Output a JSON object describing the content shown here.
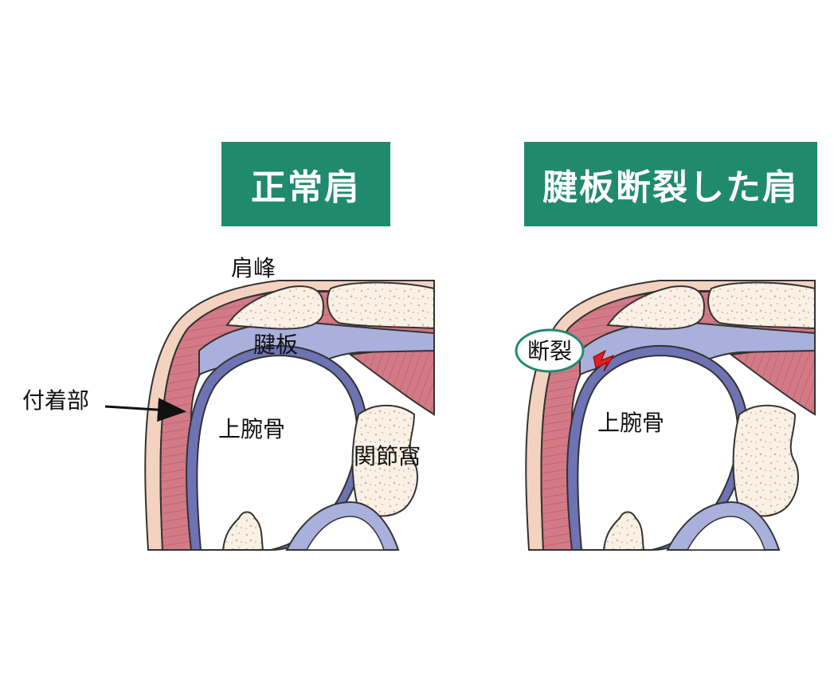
{
  "panels": {
    "normal": {
      "title": "正常肩",
      "labels": {
        "acromion": "肩峰",
        "tendon_plate": "腱板",
        "attachment": "付着部",
        "humerus": "上腕骨",
        "glenoid": "関節窩"
      }
    },
    "torn": {
      "title": "腱板断裂した肩",
      "labels": {
        "rupture": "断裂",
        "humerus": "上腕骨"
      }
    }
  },
  "colors": {
    "title_bg": "#1f8a6e",
    "muscle": "#d27a86",
    "tendon": "#aab0dc",
    "tendon_dark": "#6e73b4",
    "skin": "#f3d2bf",
    "bone": "#faf1e6",
    "rupture": "#e02020",
    "rupture_ring": "#1f8a6e"
  },
  "icons": {
    "attachment_pointer": "arrow-right-icon",
    "rupture_mark": "lightning-icon"
  }
}
